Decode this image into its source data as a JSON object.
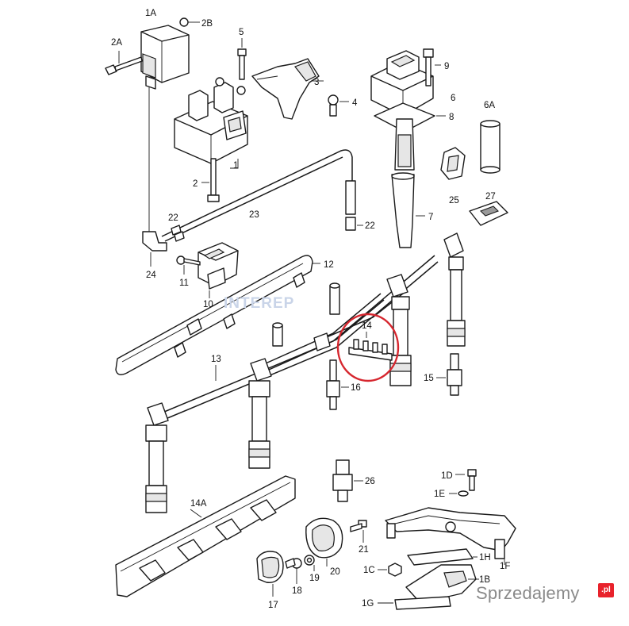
{
  "labels": {
    "l_1A": "1A",
    "l_2B": "2B",
    "l_2A": "2A",
    "l_5": "5",
    "l_9": "9",
    "l_3": "3",
    "l_4": "4",
    "l_6": "6",
    "l_8": "8",
    "l_6A": "6A",
    "l_1": "1",
    "l_2": "2",
    "l_25": "25",
    "l_27": "27",
    "l_7": "7",
    "l_22a": "22",
    "l_22b": "22",
    "l_23": "23",
    "l_24": "24",
    "l_12": "12",
    "l_11": "11",
    "l_10": "10",
    "l_14": "14",
    "l_13": "13",
    "l_16": "16",
    "l_15": "15",
    "l_26": "26",
    "l_1D": "1D",
    "l_1E": "1E",
    "l_14A": "14A",
    "l_21": "21",
    "l_1H": "1H",
    "l_1F": "1F",
    "l_1C": "1C",
    "l_1B": "1B",
    "l_1G": "1G",
    "l_20": "20",
    "l_19": "19",
    "l_18": "18",
    "l_17": "17"
  },
  "watermark": "INTEREP",
  "brand": {
    "name": "Sprzedajemy",
    "badge": ".pl"
  },
  "highlight_color": "#d6262e"
}
